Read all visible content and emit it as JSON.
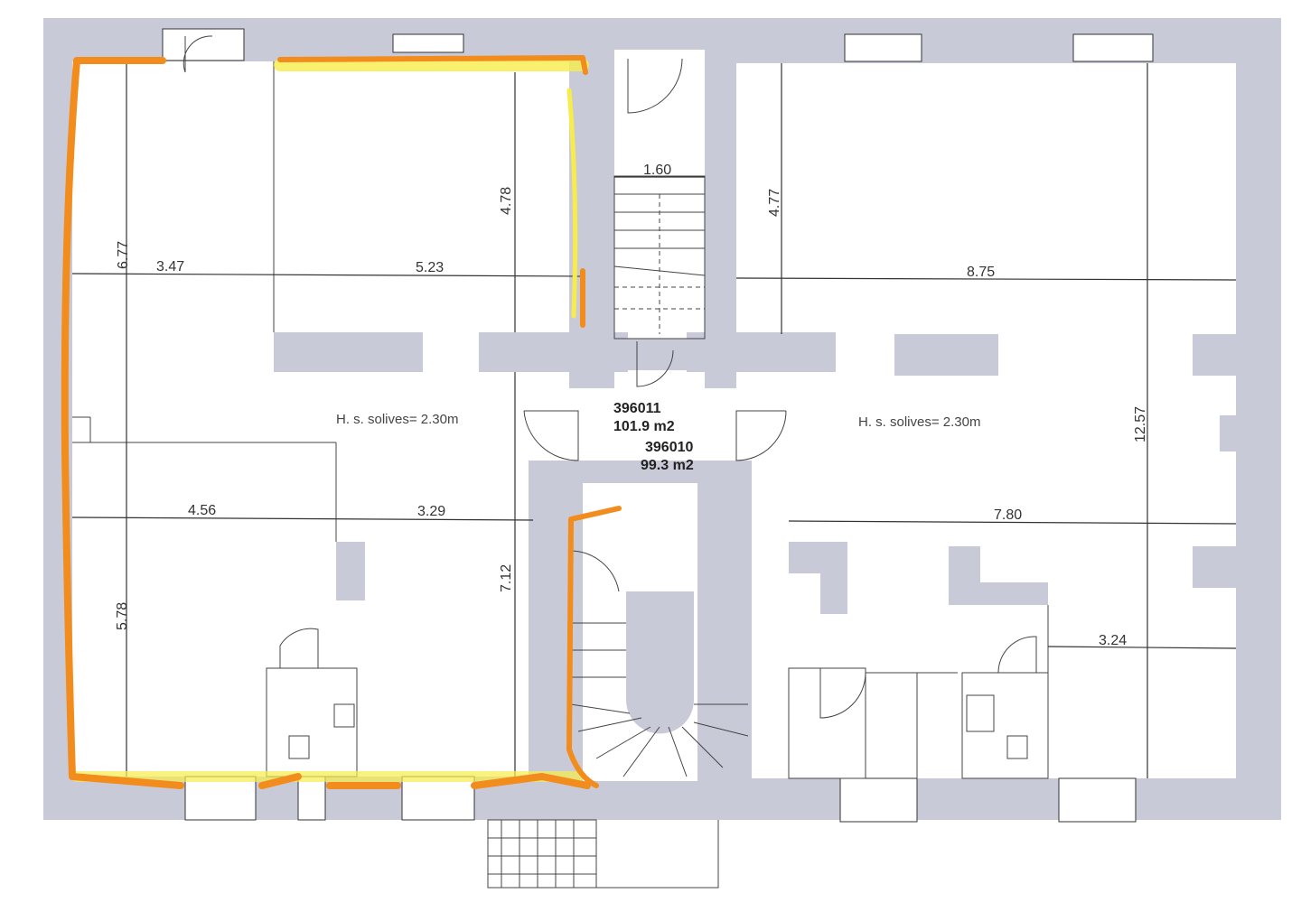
{
  "plan": {
    "ceiling_height_left": "H. s. solives= 2.30m",
    "ceiling_height_right": "H. s. solives= 2.30m",
    "unit_a": {
      "id": "396011",
      "area": "101.9 m2"
    },
    "unit_b": {
      "id": "396010",
      "area": "99.3 m2"
    },
    "dimensions": {
      "d_6_77": "6.77",
      "d_3_47": "3.47",
      "d_5_23": "5.23",
      "d_4_78": "4.78",
      "d_1_60": "1.60",
      "d_4_77": "4.77",
      "d_8_75": "8.75",
      "d_12_57": "12.57",
      "d_4_56": "4.56",
      "d_3_29": "3.29",
      "d_7_12": "7.12",
      "d_5_78": "5.78",
      "d_7_80": "7.80",
      "d_3_24": "3.24"
    },
    "colors": {
      "wall": "#c9cad8",
      "highlight_orange": "#f28c1c",
      "highlight_yellow": "#f7ec4a"
    }
  }
}
